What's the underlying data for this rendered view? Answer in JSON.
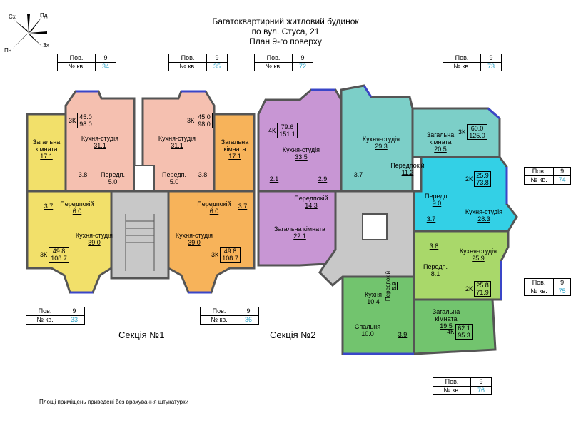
{
  "header": {
    "line1": "Багатоквартирний житловий будинок",
    "line2": "по вул. Стуса, 21",
    "line3": "План 9-го поверху"
  },
  "compass": {
    "nw": "Сх",
    "ne": "Пд",
    "sw": "Пн",
    "se": "Зх"
  },
  "tables": [
    {
      "floor_label": "Пов.",
      "floor": "9",
      "apt_label": "№ кв.",
      "apt": "34"
    },
    {
      "floor_label": "Пов.",
      "floor": "9",
      "apt_label": "№ кв.",
      "apt": "35"
    },
    {
      "floor_label": "Пов.",
      "floor": "9",
      "apt_label": "№ кв.",
      "apt": "72"
    },
    {
      "floor_label": "Пов.",
      "floor": "9",
      "apt_label": "№ кв.",
      "apt": "73"
    },
    {
      "floor_label": "Пов.",
      "floor": "9",
      "apt_label": "№ кв.",
      "apt": "74"
    },
    {
      "floor_label": "Пов.",
      "floor": "9",
      "apt_label": "№ кв.",
      "apt": "75"
    },
    {
      "floor_label": "Пов.",
      "floor": "9",
      "apt_label": "№ кв.",
      "apt": "33"
    },
    {
      "floor_label": "Пов.",
      "floor": "9",
      "apt_label": "№ кв.",
      "apt": "36"
    },
    {
      "floor_label": "Пов.",
      "floor": "9",
      "apt_label": "№ кв.",
      "apt": "76"
    }
  ],
  "sections": {
    "s1": "Секція №1",
    "s2": "Секція №2"
  },
  "note": "Площі приміщень приведені без врахування штукатурки",
  "colors": {
    "peach": "#f5c0b0",
    "yellow": "#f2e06a",
    "orange": "#f7b35a",
    "purple": "#c896d4",
    "teal": "#7ccfc8",
    "cyan": "#33d0e6",
    "green": "#a9d86a",
    "darkgreen": "#72c46e",
    "gray": "#c8c8c8",
    "wall": "#555555",
    "window": "#3a46c8",
    "highlight": "#d88a6a"
  },
  "rooms": [
    {
      "name": "Кухня-студія",
      "area": "31.1"
    },
    {
      "name": "Кухня-студія",
      "area": "31.1"
    },
    {
      "name": "Загальна кімната",
      "area": "17.1"
    },
    {
      "name": "Загальна кімната",
      "area": "17.1"
    },
    {
      "name": "Передп.",
      "area": "5.0"
    },
    {
      "name": "Передп.",
      "area": "5.0"
    },
    {
      "name": "",
      "area": "3.8"
    },
    {
      "name": "",
      "area": "3.8"
    },
    {
      "name": "Передпокій",
      "area": "6.0"
    },
    {
      "name": "Передпокій",
      "area": "6.0"
    },
    {
      "name": "",
      "area": "3.7"
    },
    {
      "name": "",
      "area": "3.7"
    },
    {
      "name": "Кухня-студія",
      "area": "39.0"
    },
    {
      "name": "Кухня-студія",
      "area": "39.0"
    },
    {
      "name": "Кухня-студія",
      "area": "33.5"
    },
    {
      "name": "",
      "area": "2.1"
    },
    {
      "name": "",
      "area": "2.9"
    },
    {
      "name": "Передпокій",
      "area": "14.3"
    },
    {
      "name": "Загальна кімната",
      "area": "22.1"
    },
    {
      "name": "Кухня-студія",
      "area": "29.3"
    },
    {
      "name": "Загальна кімната",
      "area": "20.5"
    },
    {
      "name": "",
      "area": "3.7"
    },
    {
      "name": "Передпокій",
      "area": "11.2"
    },
    {
      "name": "Передп.",
      "area": "9.0"
    },
    {
      "name": "",
      "area": "3.7"
    },
    {
      "name": "Кухня-студія",
      "area": "28.3"
    },
    {
      "name": "",
      "area": "3.8"
    },
    {
      "name": "Передп.",
      "area": "8.1"
    },
    {
      "name": "Кухня-студія",
      "area": "25.9"
    },
    {
      "name": "Кухня",
      "area": "10.4"
    },
    {
      "name": "Передпокій",
      "area": "5.9"
    },
    {
      "name": "Спальня",
      "area": "10.0"
    },
    {
      "name": "",
      "area": "3.9"
    },
    {
      "name": "Загальна кімната",
      "area": "19.5"
    }
  ],
  "unit_badges": [
    {
      "type": "3К",
      "total": "45.0",
      "living": "98.0"
    },
    {
      "type": "3К",
      "total": "45.0",
      "living": "98.0"
    },
    {
      "type": "3К",
      "total": "49.8",
      "living": "108.7"
    },
    {
      "type": "3К",
      "total": "49.8",
      "living": "108.7"
    },
    {
      "type": "4К",
      "total": "79.6",
      "living": "151.1"
    },
    {
      "type": "3К",
      "total": "60.0",
      "living": "125.0"
    },
    {
      "type": "2К",
      "total": "25.9",
      "living": "73.8"
    },
    {
      "type": "2К",
      "total": "25.8",
      "living": "71.9"
    },
    {
      "type": "4К",
      "total": "62.1",
      "living": "95.3"
    }
  ]
}
